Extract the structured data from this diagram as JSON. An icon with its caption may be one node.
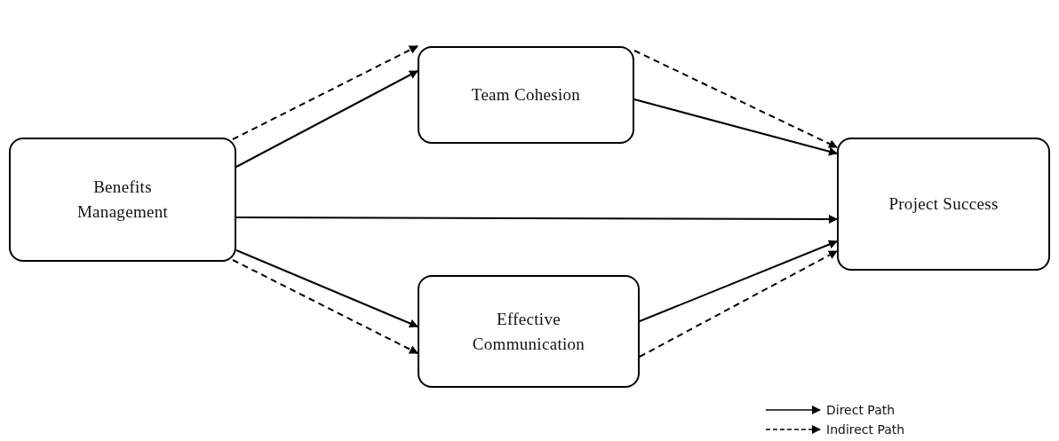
{
  "diagram": {
    "nodes": [
      {
        "text": [
          "Benefits Management"
        ]
      },
      {
        "text": [
          "Team Cohesion"
        ]
      },
      {
        "text": [
          "Project Success"
        ]
      },
      {
        "text": [
          "Effective Communication"
        ]
      }
    ],
    "edges": [
      {
        "from": 0,
        "to": 1,
        "arrow": "to",
        "style": "dashed"
      },
      {
        "from": 0,
        "to": 1,
        "arrow": "to"
      },
      {
        "from": 1,
        "to": 2,
        "arrow": "to",
        "style": "dashed"
      },
      {
        "from": 1,
        "to": 2,
        "arrow": "to"
      },
      {
        "from": 0,
        "to": 2,
        "arrow": "to"
      },
      {
        "from": 0,
        "to": 3,
        "arrow": "to"
      },
      {
        "from": 0,
        "to": 3,
        "arrow": "to",
        "style": "dashed"
      },
      {
        "from": 3,
        "to": 2,
        "arrow": "to"
      },
      {
        "from": 3,
        "to": 2,
        "arrow": "to",
        "style": "dashed"
      }
    ],
    "legend": [
      {
        "text": "Direct Path"
      },
      {
        "text": "Indirect Path"
      }
    ]
  }
}
